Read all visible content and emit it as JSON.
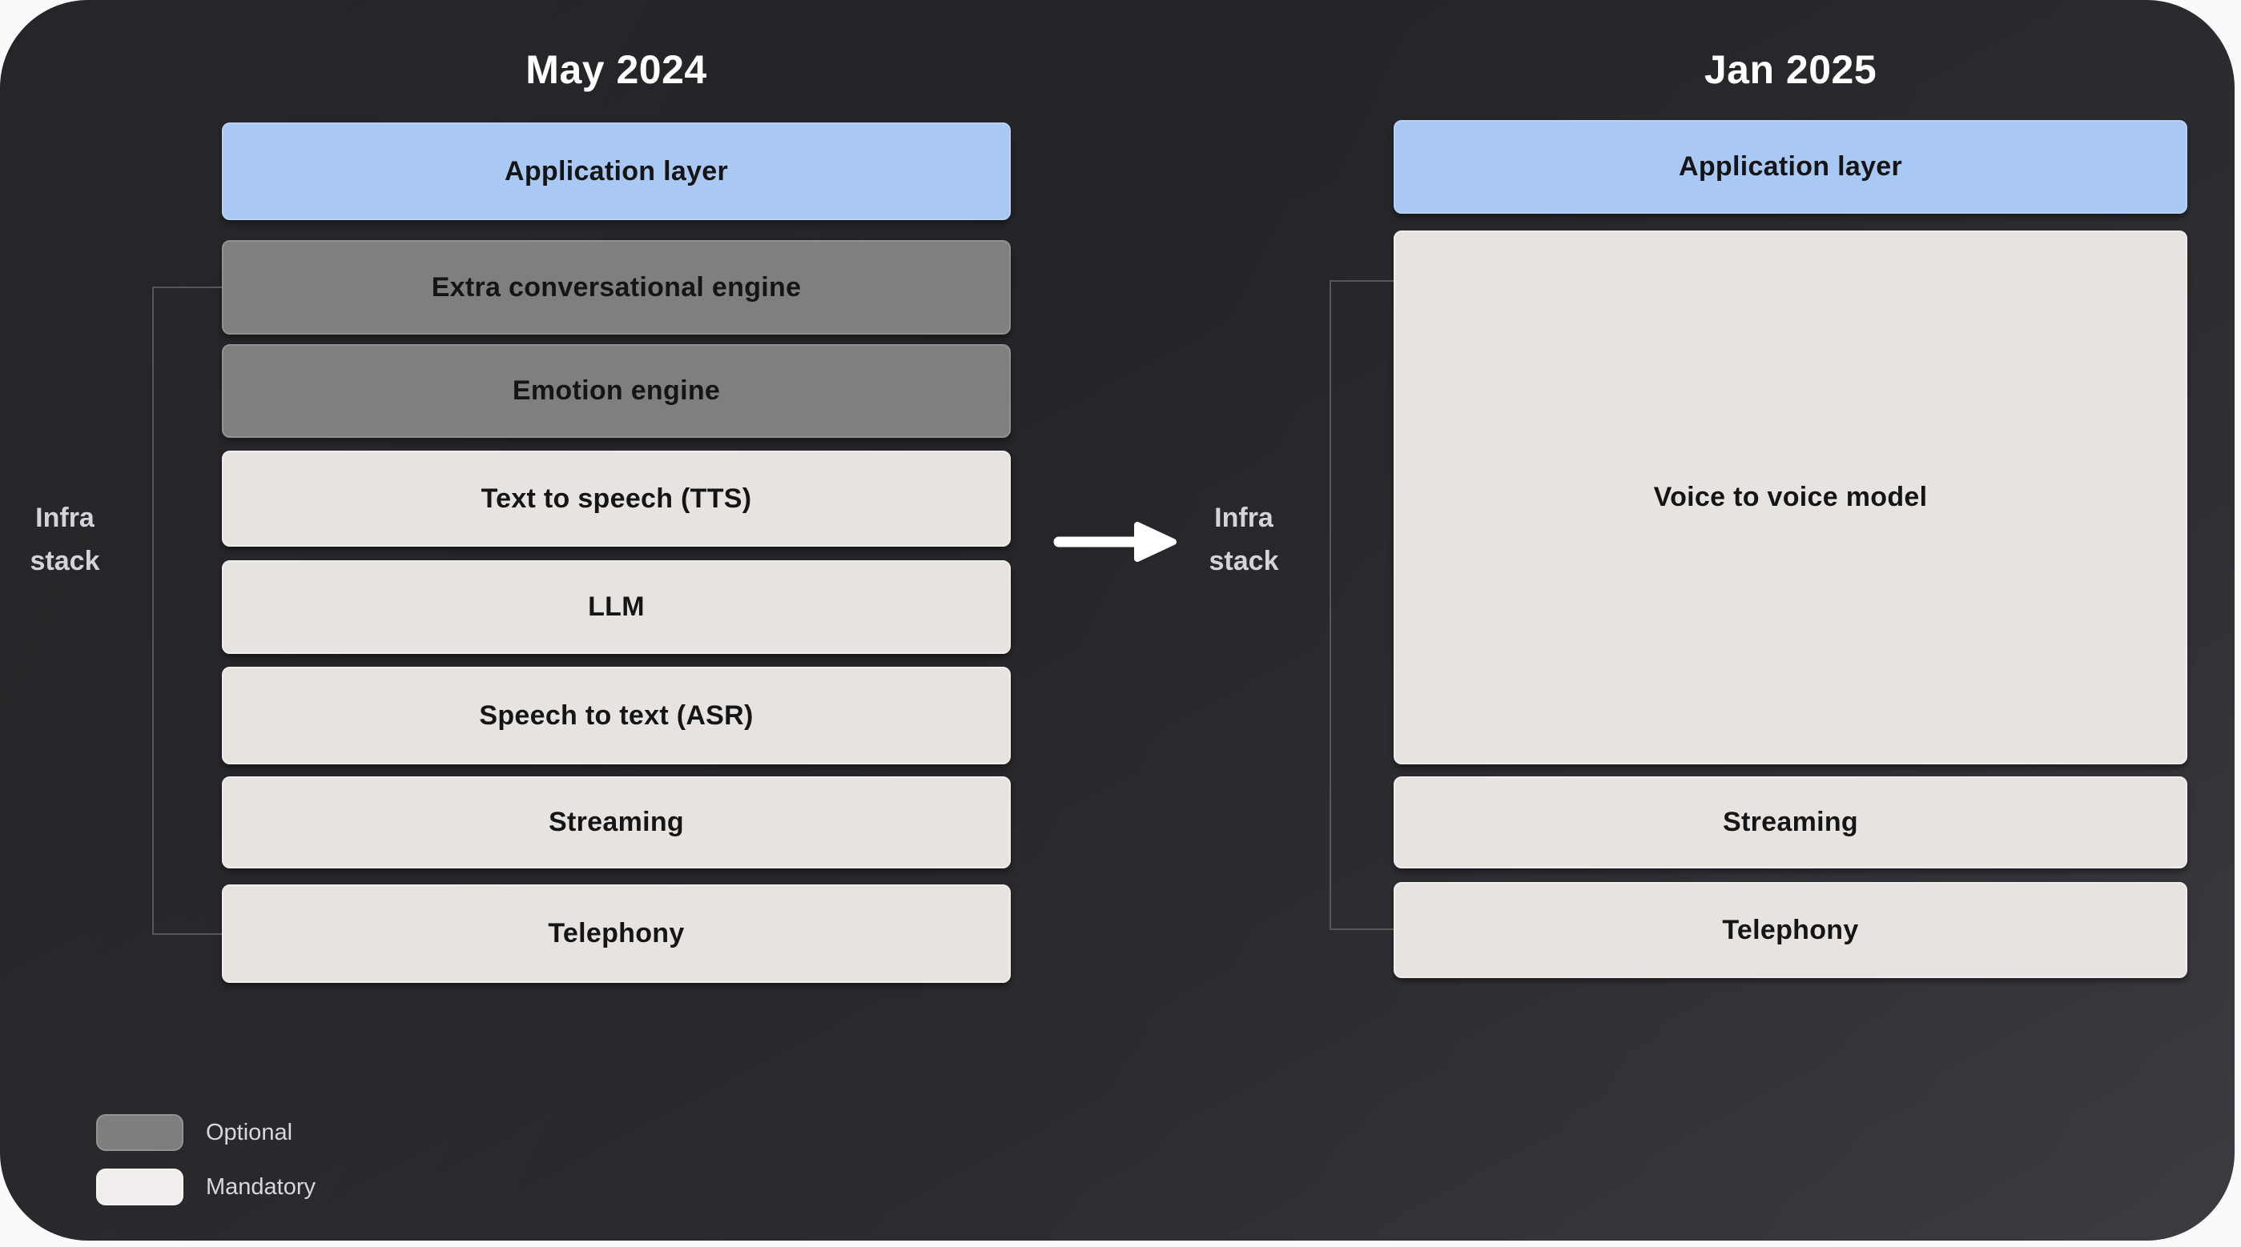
{
  "left_stack": {
    "title": "May 2024",
    "infra_label": {
      "line1": "Infra",
      "line2": "stack"
    },
    "boxes": [
      {
        "label": "Application layer",
        "kind": "application"
      },
      {
        "label": "Extra conversational engine",
        "kind": "optional"
      },
      {
        "label": "Emotion engine",
        "kind": "optional"
      },
      {
        "label": "Text to speech (TTS)",
        "kind": "mandatory"
      },
      {
        "label": "LLM",
        "kind": "mandatory"
      },
      {
        "label": "Speech to text (ASR)",
        "kind": "mandatory"
      },
      {
        "label": "Streaming",
        "kind": "mandatory"
      },
      {
        "label": "Telephony",
        "kind": "mandatory"
      }
    ]
  },
  "right_stack": {
    "title": "Jan 2025",
    "infra_label": {
      "line1": "Infra",
      "line2": "stack"
    },
    "boxes": [
      {
        "label": "Application layer",
        "kind": "application"
      },
      {
        "label": "Voice to voice model",
        "kind": "mandatory"
      },
      {
        "label": "Streaming",
        "kind": "mandatory"
      },
      {
        "label": "Telephony",
        "kind": "mandatory"
      }
    ]
  },
  "legend": {
    "items": [
      {
        "label": "Optional",
        "color": "#7e7e7e"
      },
      {
        "label": "Mandatory",
        "color": "#f1edec"
      }
    ]
  },
  "colors": {
    "panel_top": "#232327",
    "panel_bottom": "#35353b",
    "application_layer": "#a9c8f3",
    "optional_box": "#7f7f7f",
    "mandatory_box": "#e7e3e1",
    "bracket_line": "#56565b",
    "arrow": "#ffffff",
    "title_text": "#ffffff",
    "box_text": "#151515",
    "muted_text": "#d4d4d8"
  }
}
